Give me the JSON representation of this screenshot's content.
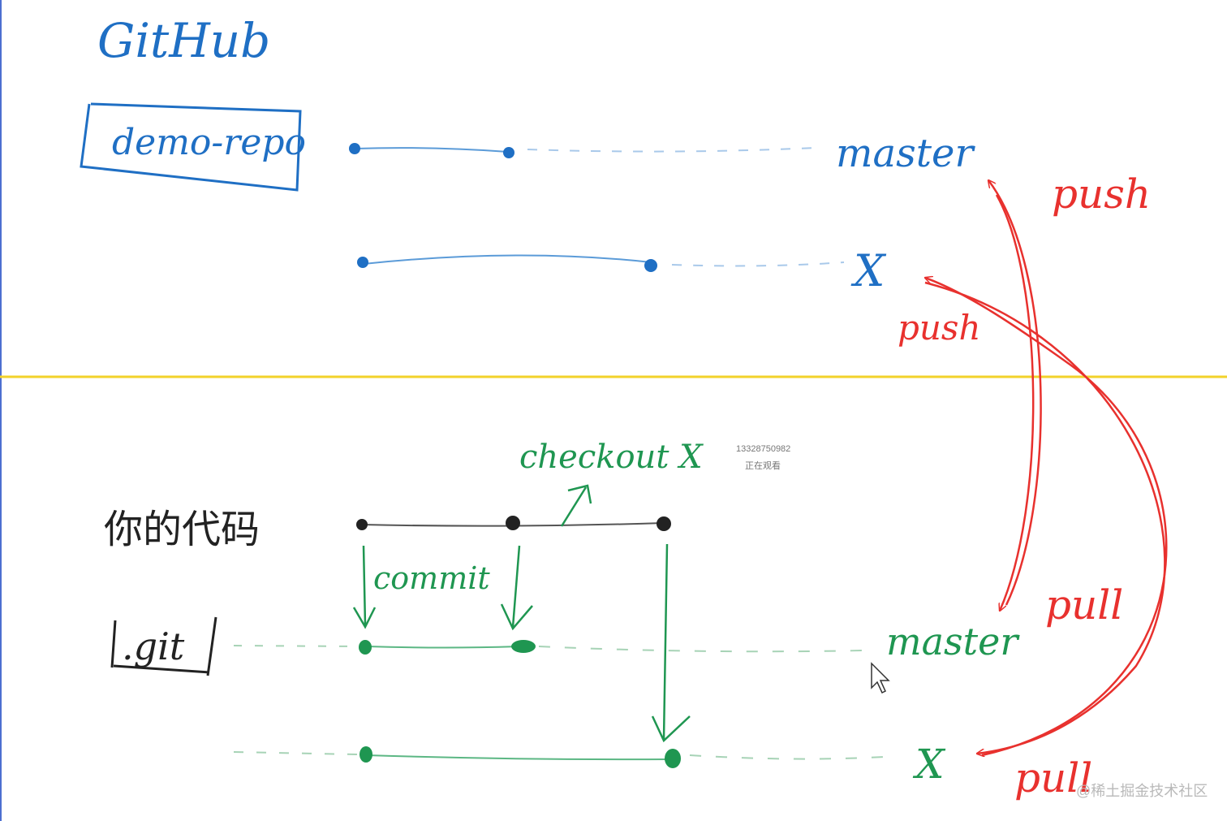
{
  "colors": {
    "blue": "#1f6fc4",
    "red": "#e8312e",
    "green": "#1f9651",
    "black": "#222222",
    "divider": "#f2d22a",
    "left_edge": "#4d6fd0"
  },
  "remote": {
    "title": "GitHub",
    "repo_label": "demo-repo",
    "branches": [
      "master",
      "X"
    ]
  },
  "local": {
    "working_label": "你的代码",
    "git_label": ".git",
    "branches": [
      "master",
      "X"
    ]
  },
  "actions": {
    "push_master": "push",
    "push_x": "push",
    "pull_master": "pull",
    "pull_x": "pull",
    "commit": "commit",
    "checkout": "checkout X"
  },
  "viewer": {
    "phone": "13328750982",
    "status": "正在观看"
  },
  "watermark": "@稀土掘金技术社区"
}
